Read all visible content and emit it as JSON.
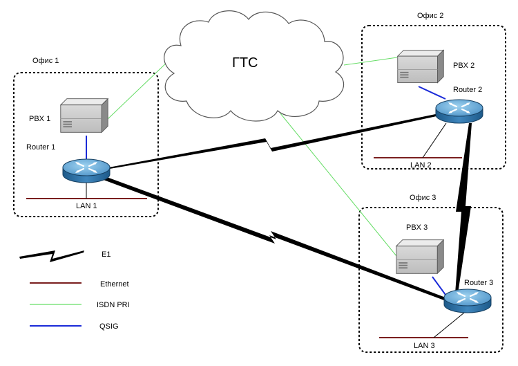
{
  "cloud": {
    "label": "ГТС"
  },
  "offices": [
    {
      "id": "office1",
      "title": "Офис 1",
      "pbx": "PBX 1",
      "router": "Router 1",
      "lan": "LAN 1"
    },
    {
      "id": "office2",
      "title": "Офис 2",
      "pbx": "PBX 2",
      "router": "Router 2",
      "lan": "LAN 2"
    },
    {
      "id": "office3",
      "title": "Офис 3",
      "pbx": "PBX 3",
      "router": "Router 3",
      "lan": "LAN 3"
    }
  ],
  "legend": [
    {
      "type": "e1",
      "label": "E1"
    },
    {
      "type": "ethernet",
      "label": "Ethernet"
    },
    {
      "type": "isdn",
      "label": "ISDN PRI"
    },
    {
      "type": "qsig",
      "label": "QSIG"
    }
  ],
  "colors": {
    "ethernet": "#7a1f1f",
    "isdn": "#66dd66",
    "qsig": "#1a2ad8",
    "e1": "#000000",
    "router": "#3f7fb1",
    "pbx": "#cfcfcf"
  }
}
